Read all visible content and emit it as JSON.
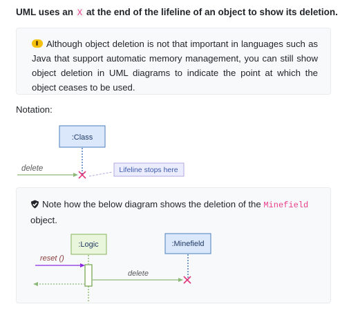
{
  "heading": {
    "before": "UML uses an ",
    "code": "X",
    "after": " at the end of the lifeline of an object to show its deletion."
  },
  "tip": {
    "icon": "lightbulb-icon",
    "text": "Although object deletion is not that important in languages such as Java that support automatic memory management, you can still show object deletion in UML diagrams to indicate the point at which the object ceases to be used."
  },
  "notation_label": "Notation:",
  "diagram1": {
    "object_label": ":Class",
    "message_label": "delete",
    "note_label": "Lifeline stops here"
  },
  "note": {
    "icon": "shield-icon",
    "before": "Note how the below diagram shows the deletion of the ",
    "code": "Minefield",
    "after": " object."
  },
  "diagram2": {
    "logic_label": ":Logic",
    "minefield_label": ":Minefield",
    "reset_label": "reset ()",
    "delete_label": "delete"
  },
  "colors": {
    "object_fill": "#dbe8fb",
    "object_border": "#4a7ebb",
    "lifeline": "#4a7ebb",
    "message_line": "#8db87a",
    "message_text": "#5a5a5a",
    "delete_x": "#e0337a",
    "note_fill": "#ececff",
    "note_border": "#b0a8e0",
    "note_text": "#3b5aa8",
    "logic_fill": "#eaf6dc",
    "logic_border": "#86b45f",
    "activation_border": "#6ea04a",
    "reset_text": "#8a3c3c",
    "reset_arrow": "#8a2be2"
  }
}
